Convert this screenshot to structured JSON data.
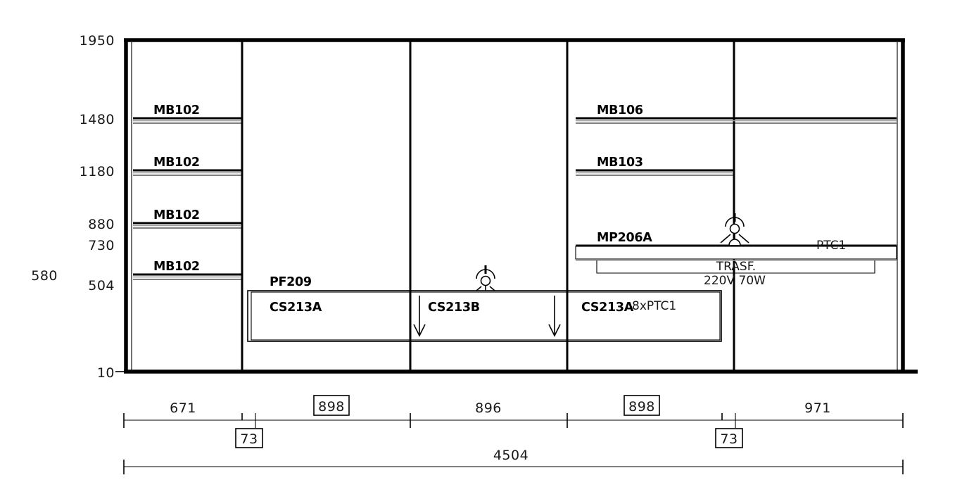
{
  "drawing": {
    "title": "Furniture elevation technical drawing",
    "units": "mm",
    "line_color": "#000000",
    "accent_gray": "#9a9a9a"
  },
  "vertical_axis": {
    "label_offset": "580",
    "ticks": [
      {
        "value": "1950"
      },
      {
        "value": "1480"
      },
      {
        "value": "1180"
      },
      {
        "value": "880"
      },
      {
        "value": "730"
      },
      {
        "value": "504"
      },
      {
        "value": "10"
      }
    ]
  },
  "shelves": [
    {
      "code": "MB102",
      "bay": "left",
      "level": "1480"
    },
    {
      "code": "MB102",
      "bay": "left",
      "level": "1180"
    },
    {
      "code": "MB102",
      "bay": "left",
      "level": "880"
    },
    {
      "code": "MB102",
      "bay": "left",
      "level": "504"
    },
    {
      "code": "MB106",
      "bay": "right",
      "level": "1480"
    },
    {
      "code": "MB103",
      "bay": "right",
      "level": "1180"
    },
    {
      "code": "MP206A",
      "bay": "right",
      "level": "730"
    }
  ],
  "annotations": {
    "panel_code": "PF209",
    "drawer_left": "CS213A",
    "drawer_mid": "CS213B",
    "drawer_right": "CS213A",
    "lamp_count": "8xPTC1",
    "lamp_right": "PTC1",
    "transformer_label": "TRASF.",
    "transformer_rating": "220V 70W"
  },
  "horizontal_dimensions": {
    "segments": [
      {
        "value": "671",
        "boxed": false
      },
      {
        "value": "73",
        "boxed": true
      },
      {
        "value": "898",
        "boxed": true
      },
      {
        "value": "896",
        "boxed": false
      },
      {
        "value": "898",
        "boxed": true
      },
      {
        "value": "73",
        "boxed": true
      },
      {
        "value": "971",
        "boxed": false
      }
    ],
    "total": "4504"
  },
  "icons": {
    "spotlight": "spotlight-icon",
    "down_arrow": "down-arrow-icon"
  }
}
